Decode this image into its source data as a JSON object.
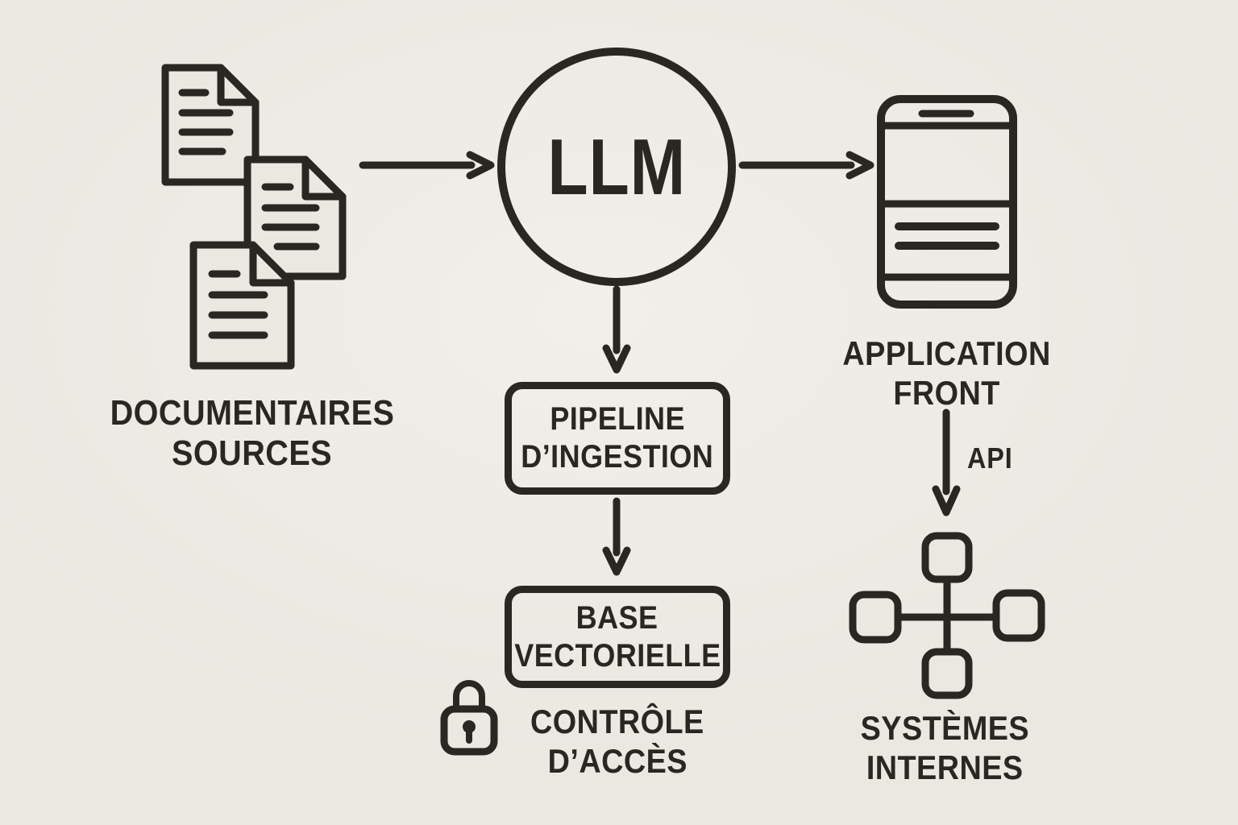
{
  "diagram": {
    "title_implicit": "LLM RAG architecture flow",
    "background_color": "#ebe7e1",
    "ink_color": "#2a2622",
    "nodes": {
      "sources": {
        "icon": "documents-stack-icon",
        "label_line1": "DOCUMENTAIRES",
        "label_line2": "SOURCES"
      },
      "llm": {
        "icon": "circle-node",
        "label": "LLM"
      },
      "app_front": {
        "icon": "smartphone-icon",
        "label_line1": "APPLICATION",
        "label_line2": "FRONT"
      },
      "pipeline": {
        "icon": "rounded-box-node",
        "label_line1": "PIPELINE",
        "label_line2": "D’INGESTION"
      },
      "vector_db": {
        "icon": "rounded-box-node",
        "label_line1": "BASE",
        "label_line2": "VECTORIELLE"
      },
      "access": {
        "icon": "lock-icon",
        "label_line1": "CONTRÔLE",
        "label_line2": "D’ACCÈS"
      },
      "systems": {
        "icon": "network-hub-icon",
        "label_line1": "SYSTÈMES",
        "label_line2": "INTERNES"
      }
    },
    "edges": [
      {
        "from": "sources",
        "to": "llm",
        "label": ""
      },
      {
        "from": "llm",
        "to": "app_front",
        "label": ""
      },
      {
        "from": "llm",
        "to": "pipeline",
        "label": ""
      },
      {
        "from": "pipeline",
        "to": "vector_db",
        "label": ""
      },
      {
        "from": "app_front",
        "to": "systems",
        "label": "API"
      }
    ]
  }
}
